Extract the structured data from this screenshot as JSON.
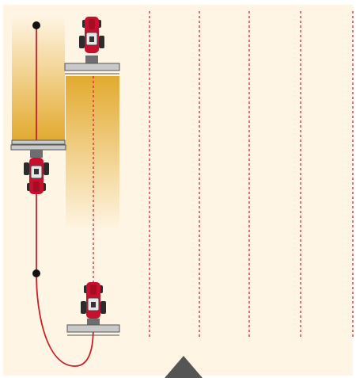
{
  "colors": {
    "field_background": "#fff5e4",
    "guidance_line": "#cc1f2b",
    "dashed_track": "#cc1f2b",
    "coverage_dark": "#e0a82f",
    "coverage_light": "#fff5e4",
    "tractor_body": "#c8102e",
    "implement": "#bdbdbd",
    "implement_edge": "#555555",
    "navigation_arrow": "#555555"
  },
  "diagram": {
    "description_icons": [
      "tractor-icon",
      "implement-boom-icon",
      "navigation-arrow-icon",
      "waypoint-icon"
    ],
    "tractor_count": 3,
    "dashed_track_count": 5,
    "waypoint_count": 2
  }
}
